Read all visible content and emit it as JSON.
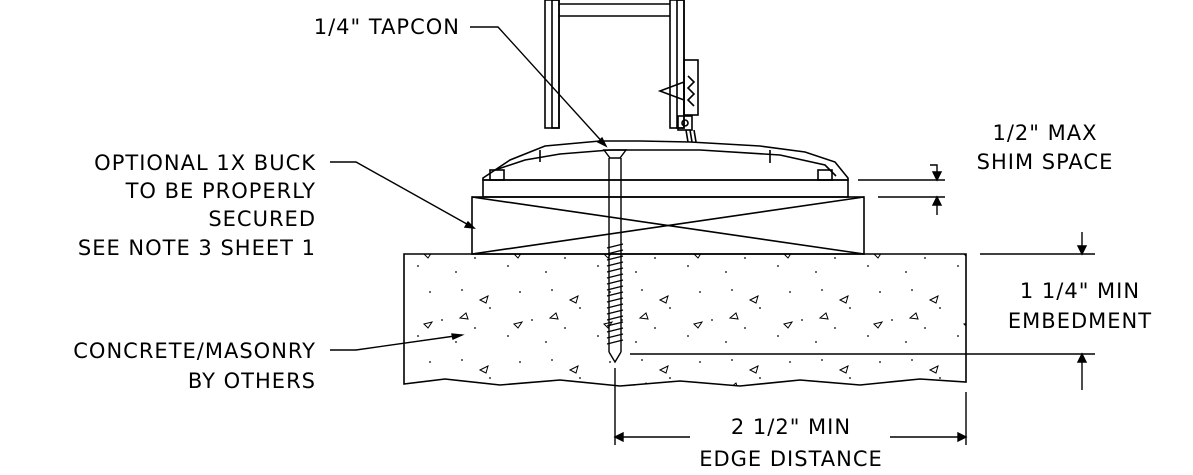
{
  "labels": {
    "tapcon": "1/4\" TAPCON",
    "buck": [
      "OPTIONAL 1X BUCK",
      "TO BE PROPERLY",
      "SECURED",
      "SEE NOTE 3 SHEET 1"
    ],
    "concrete": [
      "CONCRETE/MASONRY",
      "BY OTHERS"
    ],
    "shim": [
      "1/2\" MAX",
      "SHIM SPACE"
    ],
    "embedment": [
      "1 1/4\" MIN",
      "EMBEDMENT"
    ],
    "edge": [
      "2 1/2\" MIN",
      "EDGE DISTANCE"
    ]
  }
}
